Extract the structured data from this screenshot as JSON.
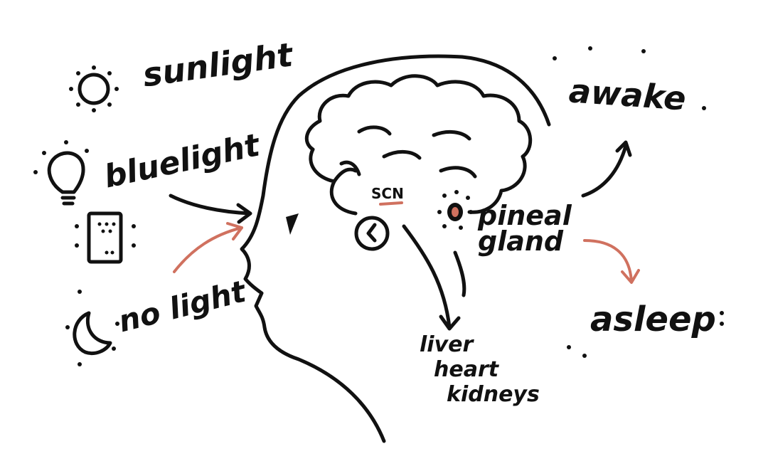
{
  "diagram": {
    "colors": {
      "ink": "#111111",
      "accent": "#d0715f",
      "background": "#ffffff"
    },
    "inputs": [
      {
        "id": "sunlight",
        "label": "sunlight",
        "icon": "sun-icon"
      },
      {
        "id": "bluelight",
        "label": "bluelight",
        "icon": "lightbulb-icon"
      },
      {
        "id": "device",
        "label": "",
        "icon": "tablet-device-icon"
      },
      {
        "id": "nolight",
        "label": "no light",
        "icon": "moon-icon"
      }
    ],
    "brain_regions": {
      "scn": "SCN",
      "pineal": "pineal gland"
    },
    "outputs": {
      "organs": [
        "liver",
        "heart",
        "kidneys"
      ],
      "awake": "awake",
      "asleep": "asleep"
    }
  }
}
